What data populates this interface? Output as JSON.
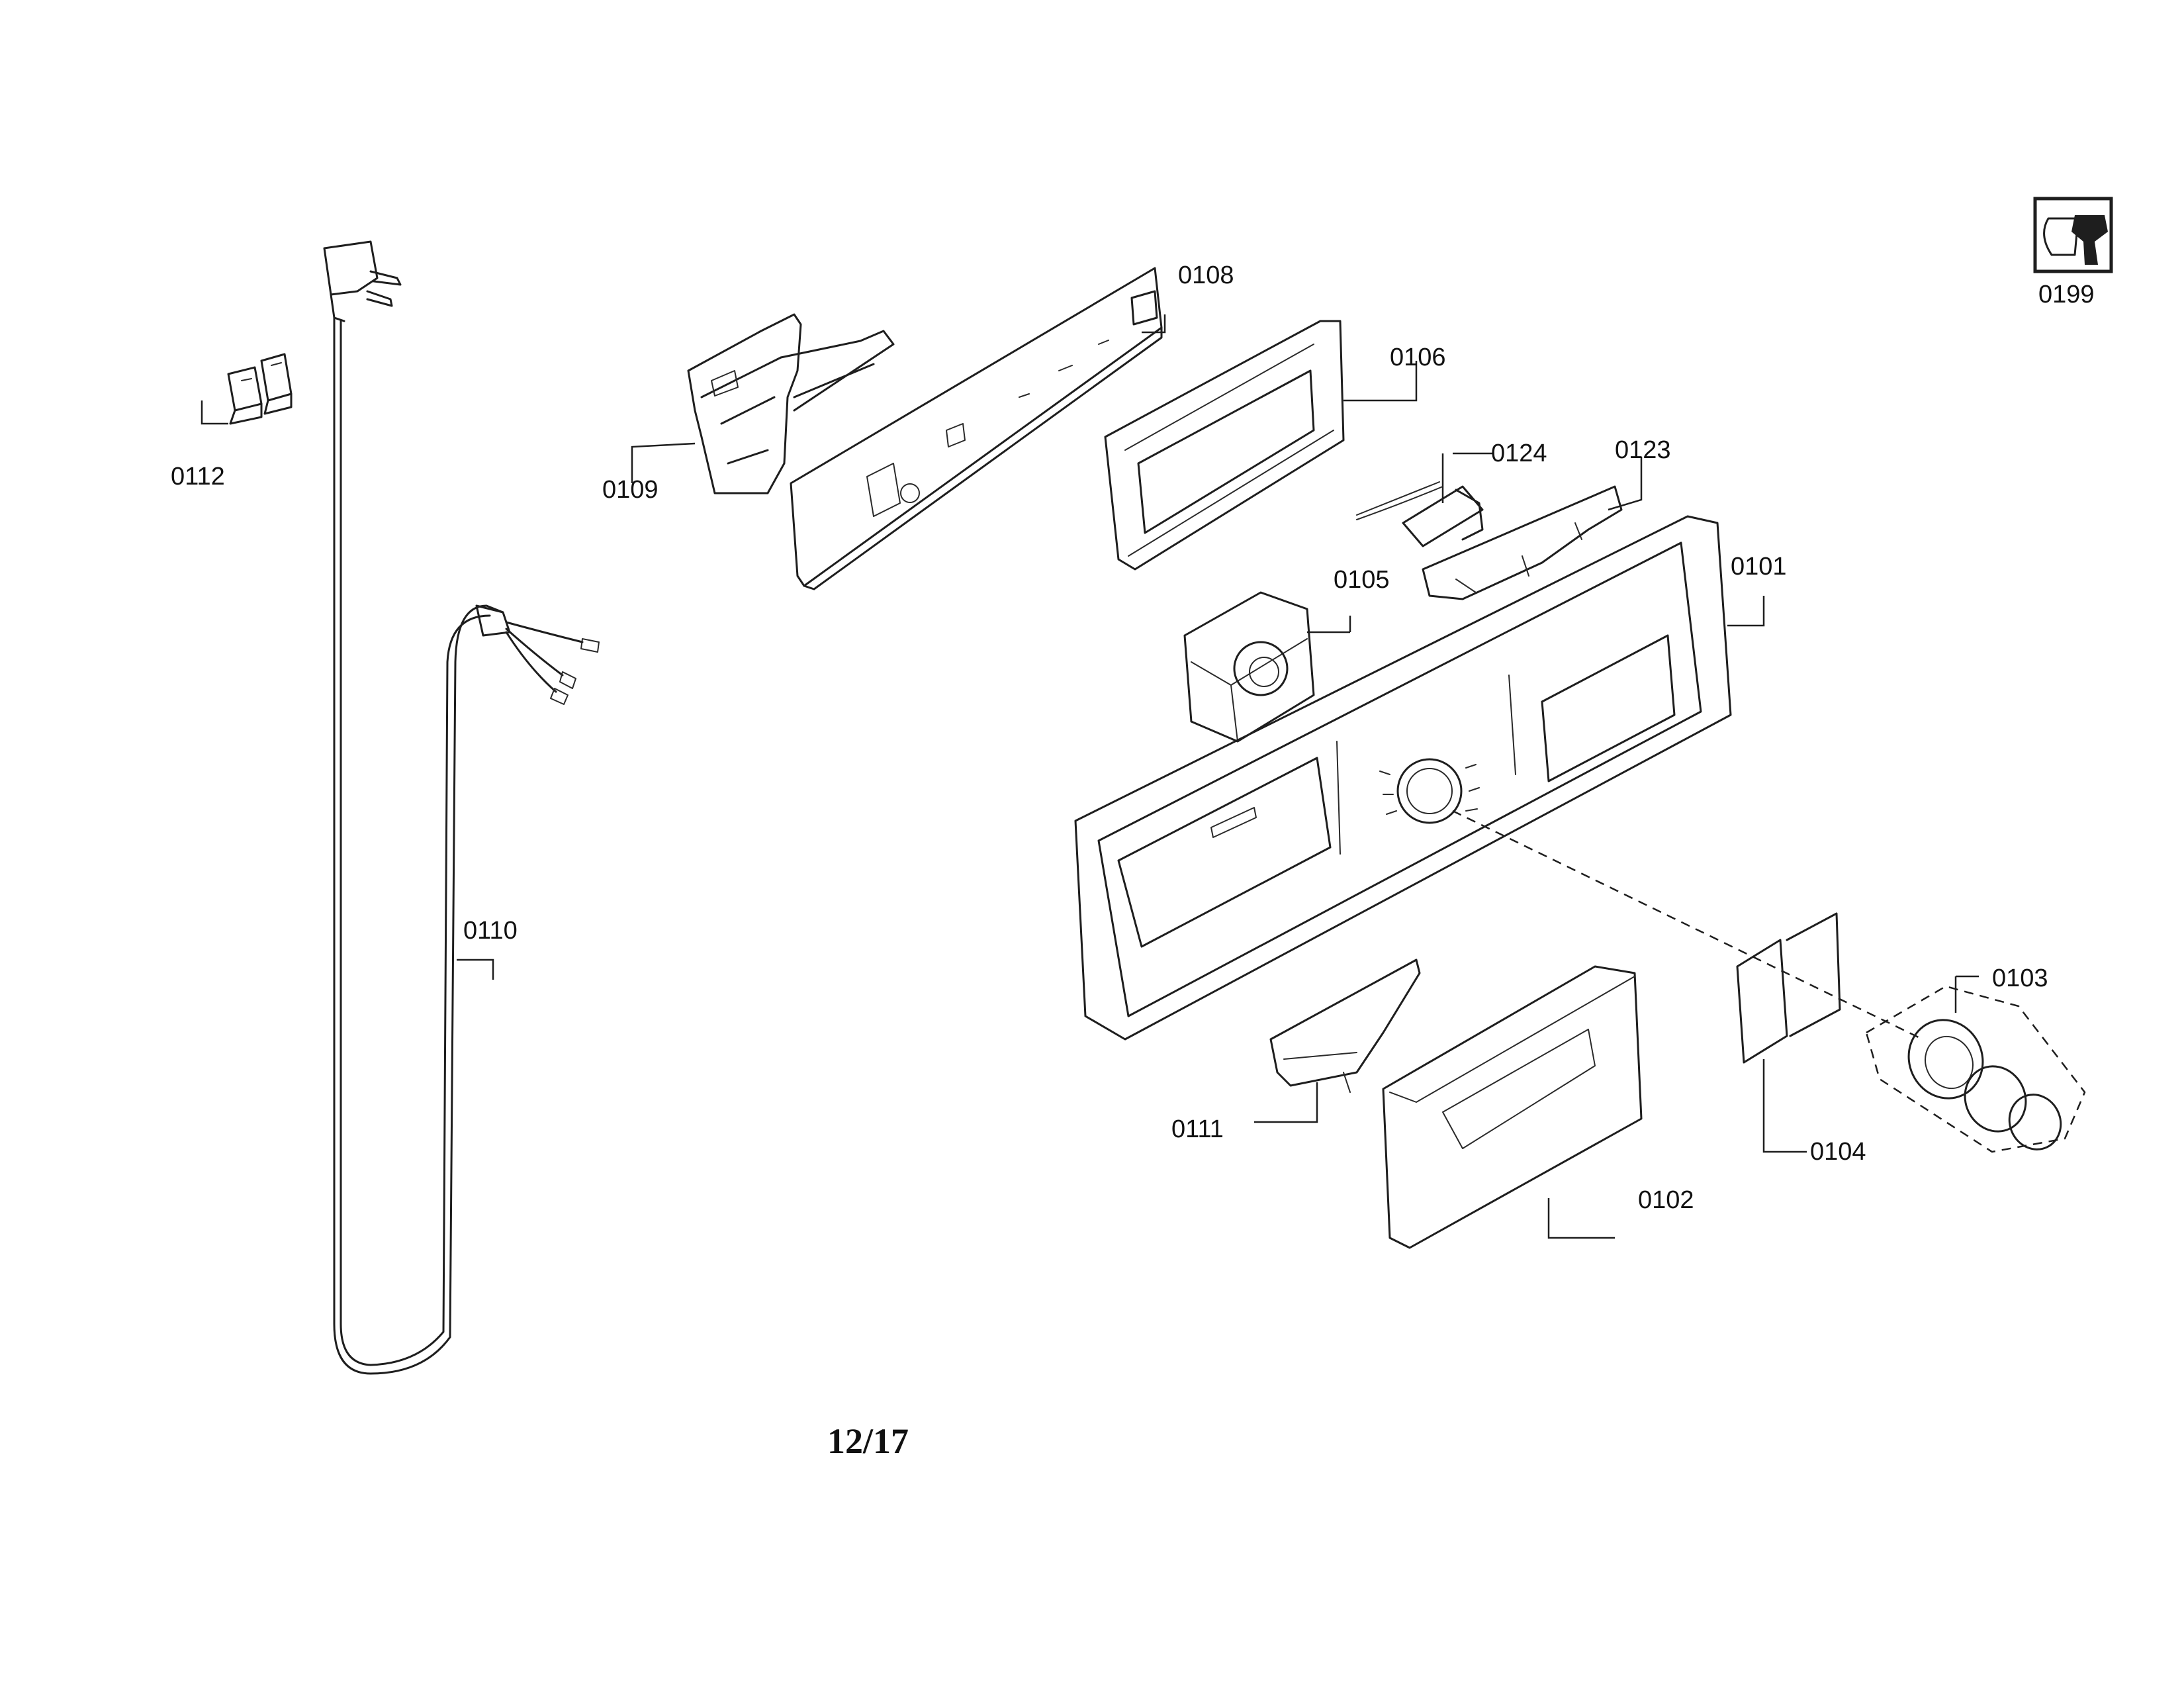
{
  "callouts": {
    "c0101": "0101",
    "c0102": "0102",
    "c0103": "0103",
    "c0104": "0104",
    "c0105": "0105",
    "c0106": "0106",
    "c0108": "0108",
    "c0109": "0109",
    "c0110": "0110",
    "c0111": "0111",
    "c0112": "0112",
    "c0123": "0123",
    "c0124": "0124",
    "c0199": "0199"
  },
  "page_number": "12/17",
  "icons": {
    "tool_icon": "wrench-nut-icon"
  }
}
